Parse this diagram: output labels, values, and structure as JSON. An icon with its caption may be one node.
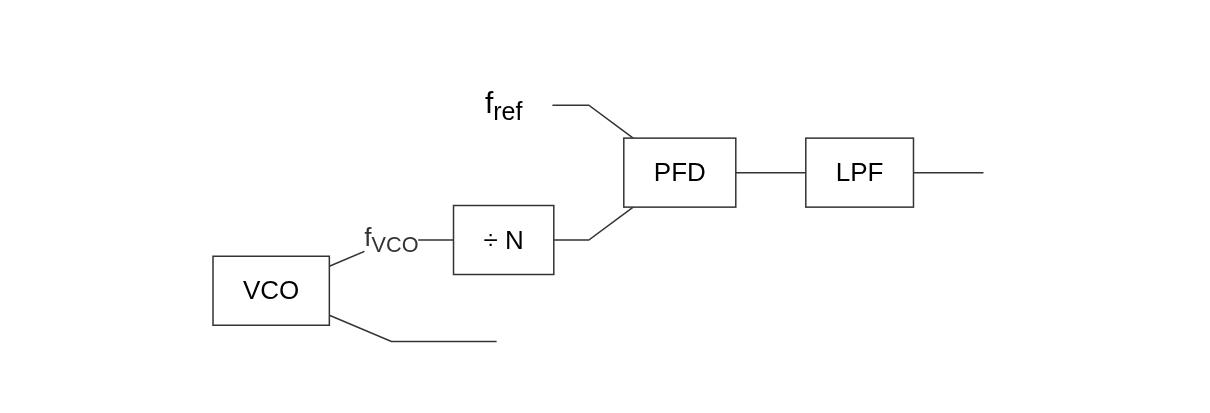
{
  "diagram": {
    "nodes": [
      {
        "text": [
          "f$_{ref}$"
        ]
      },
      {
        "text": [
          "PFD"
        ]
      },
      {
        "text": [
          "LPF"
        ]
      },
      {
        "text": [
          "÷ N"
        ]
      },
      {
        "text": [
          "VCO"
        ]
      }
    ],
    "edges": [
      {
        "from": 0,
        "to": 1,
        "arrow": "none"
      },
      {
        "from": 1,
        "to": 2,
        "arrow": "none"
      },
      {
        "from": 2,
        "to": null,
        "arrow": "none"
      },
      {
        "from": 3,
        "to": 1,
        "arrow": "none"
      },
      {
        "from": 4,
        "to": 3,
        "arrow": "none",
        "label": "f$_{VCO}$"
      },
      {
        "from": 4,
        "to": null,
        "arrow": "none"
      }
    ]
  }
}
